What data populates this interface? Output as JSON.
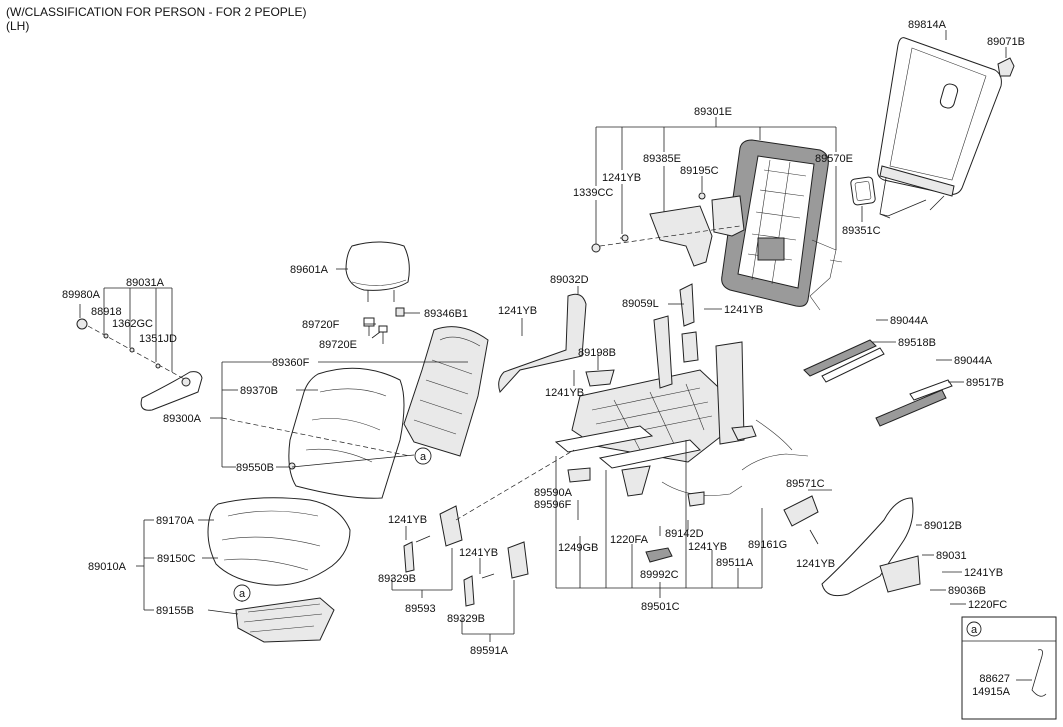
{
  "header": {
    "line1": "(W/CLASSIFICATION FOR PERSON - FOR 2 PEOPLE)",
    "line2": "(LH)"
  },
  "callout_marker": "a",
  "inset": {
    "marker": "a",
    "codes": [
      "88627",
      "14915A"
    ]
  },
  "parts": {
    "p89814A": "89814A",
    "p89071B": "89071B",
    "p89301E": "89301E",
    "p89385E": "89385E",
    "p89195C": "89195C",
    "p89570E": "89570E",
    "p1241YB_a": "1241YB",
    "p1339CC": "1339CC",
    "p89351C": "89351C",
    "p89032D": "89032D",
    "p89059L": "89059L",
    "p1241YB_b": "1241YB",
    "p1241YB_c": "1241YB",
    "p89198B": "89198B",
    "p1241YB_d": "1241YB",
    "p89044A_a": "89044A",
    "p89518B": "89518B",
    "p89044A_b": "89044A",
    "p89517B": "89517B",
    "p89601A": "89601A",
    "p89346B1": "89346B1",
    "p89720F": "89720F",
    "p89720E": "89720E",
    "p89980A": "89980A",
    "p89031A": "89031A",
    "p88918": "88918",
    "p1362GC": "1362GC",
    "p1351JD": "1351JD",
    "p89360F": "89360F",
    "p89370B": "89370B",
    "p89300A": "89300A",
    "p89550B": "89550B",
    "p89170A": "89170A",
    "p89150C": "89150C",
    "p89010A": "89010A",
    "p89155B": "89155B",
    "p1241YB_e": "1241YB",
    "p89329B_a": "89329B",
    "p89593": "89593",
    "p1241YB_f": "1241YB",
    "p89329B_b": "89329B",
    "p89591A": "89591A",
    "p89590A": "89590A",
    "p89596F": "89596F",
    "p1249GB": "1249GB",
    "p1220FA": "1220FA",
    "p89142D": "89142D",
    "p1241YB_g": "1241YB",
    "p89511A": "89511A",
    "p89161G": "89161G",
    "p89992C": "89992C",
    "p89501C": "89501C",
    "p89571C": "89571C",
    "p1241YB_h": "1241YB",
    "p89012B": "89012B",
    "p89031": "89031",
    "p1241YB_i": "1241YB",
    "p89036B": "89036B",
    "p1220FC": "1220FC"
  }
}
